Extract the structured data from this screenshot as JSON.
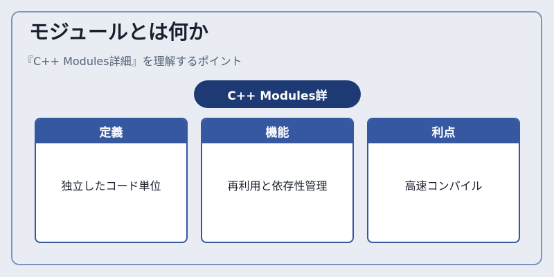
{
  "title": "モジュールとは何か",
  "subtitle": "『C++ Modules詳細』を理解するポイント",
  "center_label": "C++ Modules詳",
  "cards": [
    {
      "heading": "定義",
      "body": "独立したコード単位"
    },
    {
      "heading": "機能",
      "body": "再利用と依存性管理"
    },
    {
      "heading": "利点",
      "body": "高速コンパイル"
    }
  ],
  "colors": {
    "background": "#e9edf3",
    "frame_border": "#7d93bd",
    "pill": "#1e3a74",
    "card_accent": "#3558a0"
  }
}
